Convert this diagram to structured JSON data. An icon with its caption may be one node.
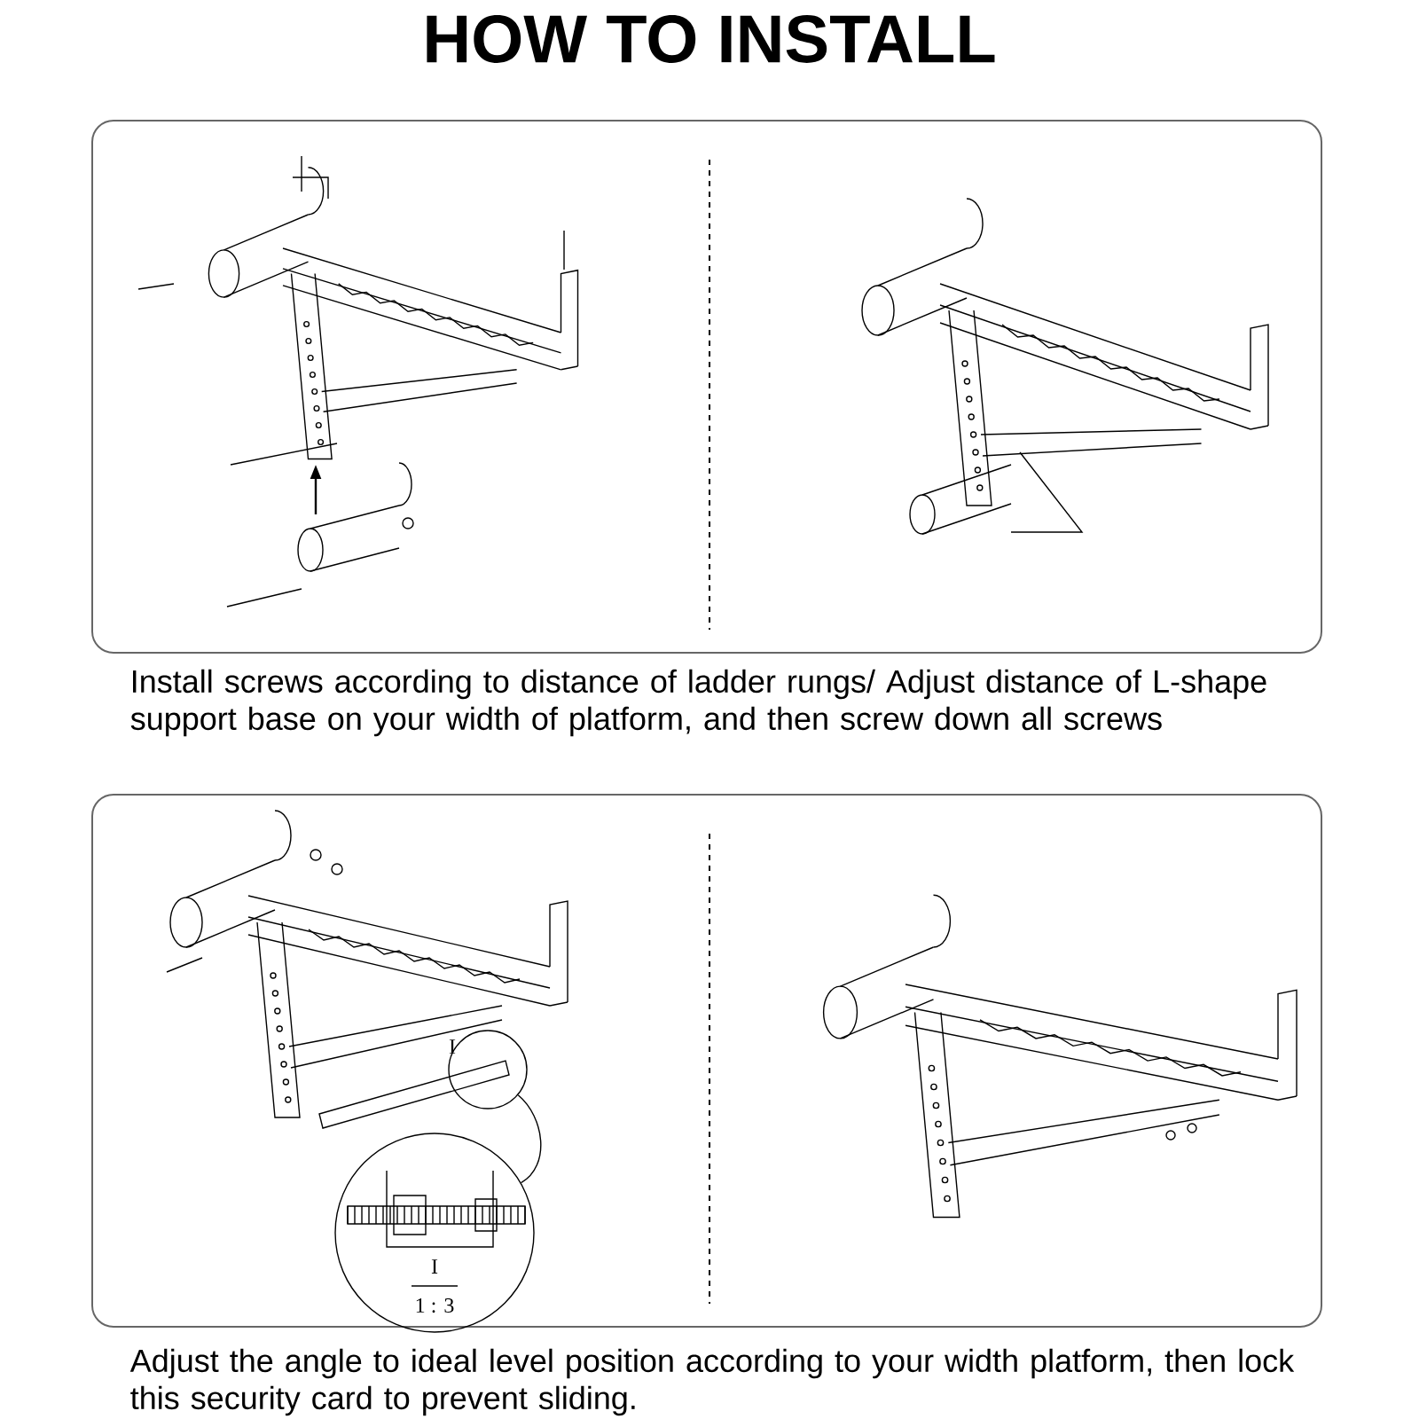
{
  "diagram": {
    "title": "HOW TO INSTALL",
    "nodes": [
      {
        "text": [
          "Install screws according to distance of ladder rungs/ Adjust distance of L-shape support base on your width of platform, and then screw down all screws"
        ]
      },
      {
        "text": [
          "Adjust the angle to ideal level position according to your width platform, then lock this security card to prevent sliding."
        ]
      },
      {
        "text": [],
        "shape": "circle",
        "in": 1
      },
      {
        "text": [],
        "shape": "circle",
        "in": 1
      }
    ],
    "edges": [
      {
        "from": 2,
        "to": 3,
        "arrow": "none"
      }
    ],
    "labels": [
      "I",
      "I",
      "1 : 3"
    ]
  }
}
